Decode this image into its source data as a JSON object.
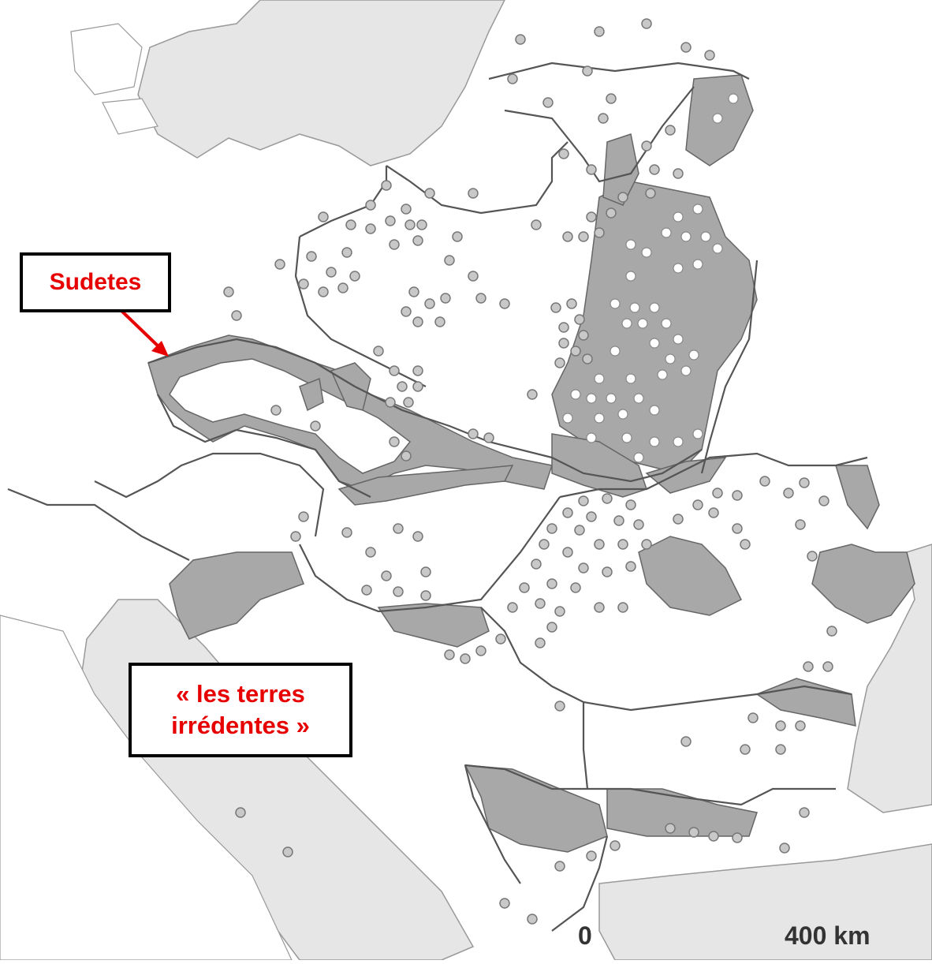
{
  "labels": {
    "sudetes": "Sudetes",
    "terres_line1": "« les terres",
    "terres_line2": "irrédentes »"
  },
  "scale": {
    "zero": "0",
    "distance": "400 km"
  },
  "colors": {
    "sea": "#e6e6e6",
    "land": "#ffffff",
    "minority_area": "#a8a8a8",
    "border": "#555555",
    "label_text": "#e60000",
    "label_border": "#000000",
    "arrow": "#e60000"
  }
}
